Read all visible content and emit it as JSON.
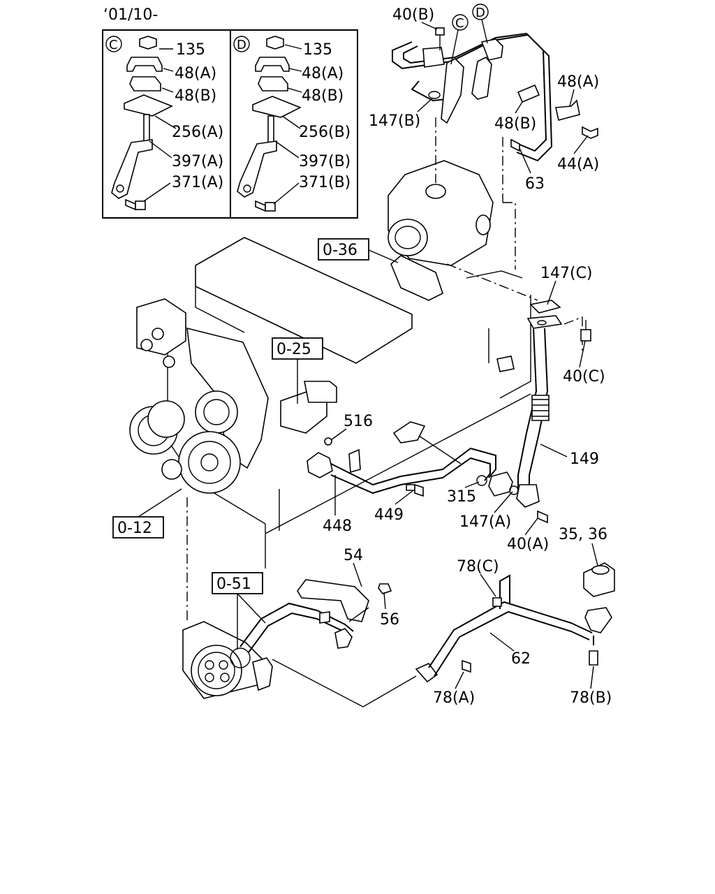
{
  "date_code": "‘01/10-",
  "inset_c": {
    "marker": "C",
    "labels": [
      "135",
      "48(A)",
      "48(B)",
      "256(A)",
      "397(A)",
      "371(A)"
    ]
  },
  "inset_d": {
    "marker": "D",
    "labels": [
      "135",
      "48(A)",
      "48(B)",
      "256(B)",
      "397(B)",
      "371(B)"
    ]
  },
  "refs": [
    "0-36",
    "0-25",
    "0-12",
    "0-51"
  ],
  "callout_c": "C",
  "callout_d": "D",
  "labels": {
    "l40b": "40(B)",
    "l147b": "147(B)",
    "l48a": "48(A)",
    "l48b": "48(B)",
    "l44a": "44(A)",
    "l63": "63",
    "l147c": "147(C)",
    "l40c": "40(C)",
    "l516": "516",
    "l149": "149",
    "l315": "315",
    "l448": "448",
    "l449": "449",
    "l147a": "147(A)",
    "l40a": "40(A)",
    "l3536": "35, 36",
    "l54": "54",
    "l78c": "78(C)",
    "l56": "56",
    "l62": "62",
    "l78a": "78(A)",
    "l78b": "78(B)"
  }
}
